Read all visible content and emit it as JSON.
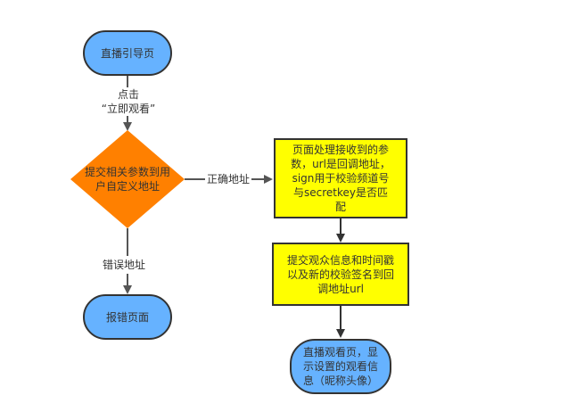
{
  "diagram": {
    "type": "flowchart",
    "nodes": {
      "start": {
        "text": "直播引导页",
        "shape": "terminal",
        "color": "#66b2ff"
      },
      "submit": {
        "text": "提交相关参数到用户自定义地址",
        "line1": "提交相关参数到用",
        "line2": "户自定义地址",
        "shape": "decision",
        "color": "#ff8000"
      },
      "error_page": {
        "text": "报错页面",
        "shape": "terminal",
        "color": "#66b2ff"
      },
      "process_params": {
        "line1": "页面处理接收到的参",
        "line2": "数，url是回调地址，",
        "line3": "sign用于校验频道号",
        "line4": "与secretkey是否匹",
        "line5": "配",
        "shape": "process",
        "color": "#ffff00"
      },
      "submit_info": {
        "line1": "提交观众信息和时间戳",
        "line2": "以及新的校验签名到回",
        "line3": "调地址url",
        "shape": "process",
        "color": "#ffff00"
      },
      "watch_page": {
        "line1": "直播观看页，显",
        "line2": "示设置的观看信",
        "line3": "息（昵称头像）",
        "shape": "terminal",
        "color": "#66b2ff"
      }
    },
    "edges": {
      "start_to_submit": {
        "label_line1": "点击",
        "label_line2": "“立即观看”"
      },
      "submit_to_process": {
        "label": "正确地址"
      },
      "submit_to_error": {
        "label": "错误地址"
      },
      "process_to_submit_info": {
        "label": ""
      },
      "submit_info_to_watch": {
        "label": ""
      }
    },
    "colors": {
      "stroke": "#333333",
      "edge": "#555555"
    }
  }
}
